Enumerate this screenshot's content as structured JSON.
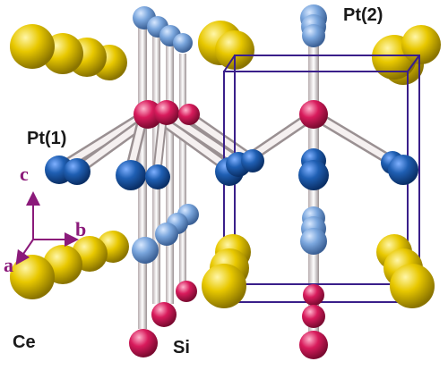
{
  "labels": {
    "pt2": "Pt(2)",
    "pt1": "Pt(1)",
    "ce": "Ce",
    "si": "Si"
  },
  "axes": {
    "c": "c",
    "b": "b",
    "a": "a"
  },
  "colors": {
    "ce": "#e3c200",
    "pt_light": "#7aa6dd",
    "pt_dark": "#1f5fb3",
    "si": "#d81b5c",
    "bond": "#f2ecec",
    "cell": "#3a1f8a",
    "axis": "#8b1a7a"
  }
}
